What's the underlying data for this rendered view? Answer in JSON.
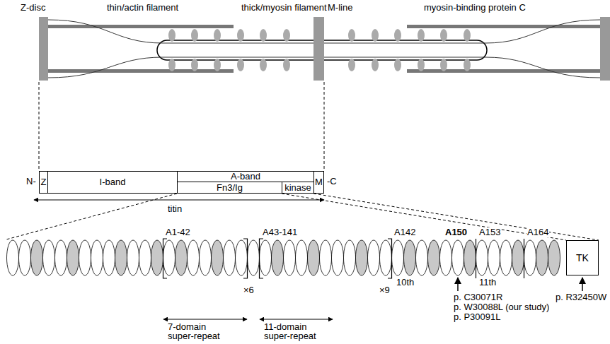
{
  "diagram": {
    "nodes": [
      {
        "text": [
          "Z"
        ]
      },
      {
        "text": [
          "I-band"
        ]
      },
      {
        "text": [
          "A-band"
        ]
      },
      {
        "text": [
          "Fn3/Ig"
        ]
      },
      {
        "text": [
          "kinase"
        ]
      },
      {
        "text": [
          "M"
        ]
      },
      {
        "text": [
          "TK"
        ]
      }
    ],
    "labels": [
      "Z-disc",
      "thin/actin filament",
      "thick/myosin filament",
      "M-line",
      "myosin-binding protein C",
      "N-",
      "-C",
      "titin",
      "A1-42",
      "A43-141",
      "A142",
      "A150",
      "A153",
      "A164",
      "×6",
      "×9",
      "10th",
      "11th",
      "p. C30071R",
      "p. W30088L (our study)",
      "p. P30091L",
      "p. R32450W",
      "7-domain super-repeat",
      "11-domain super-repeat"
    ]
  }
}
